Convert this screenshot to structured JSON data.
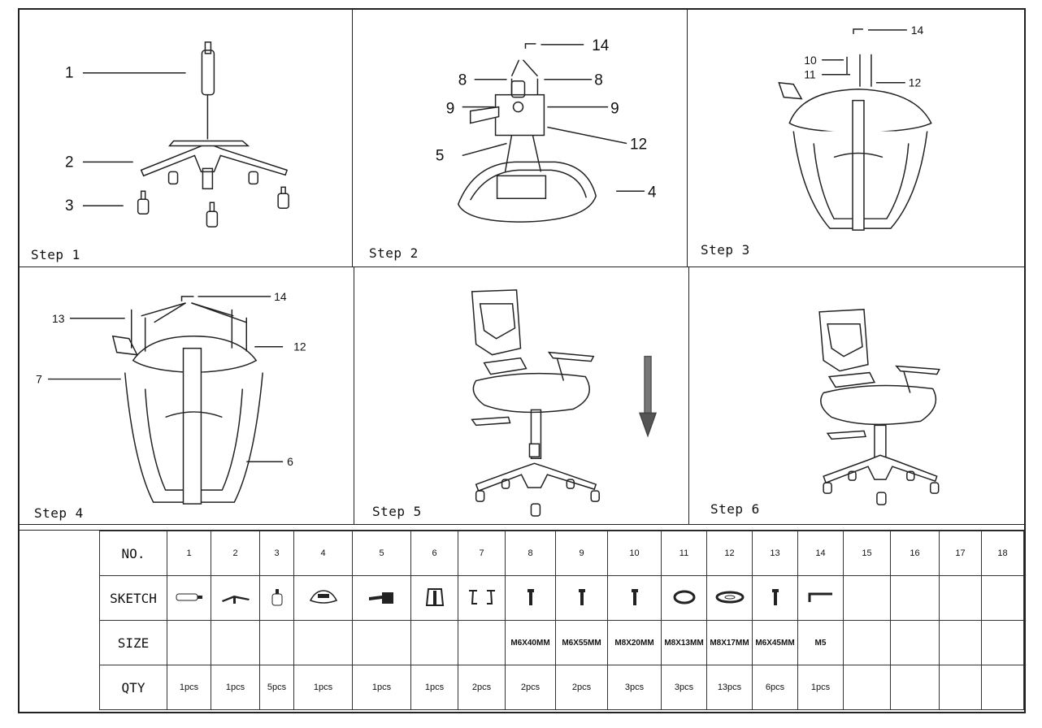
{
  "steps": [
    {
      "label": "Step 1",
      "callouts": [
        "1",
        "2",
        "3"
      ]
    },
    {
      "label": "Step 2",
      "callouts": [
        "14",
        "8",
        "8",
        "9",
        "9",
        "5",
        "12",
        "4"
      ]
    },
    {
      "label": "Step 3",
      "callouts": [
        "14",
        "10",
        "11",
        "12"
      ]
    },
    {
      "label": "Step 4",
      "callouts": [
        "14",
        "13",
        "12",
        "7",
        "6"
      ]
    },
    {
      "label": "Step 5",
      "callouts": []
    },
    {
      "label": "Step 6",
      "callouts": []
    }
  ],
  "table": {
    "row_headers": [
      "NO.",
      "SKETCH",
      "SIZE",
      "QTY"
    ],
    "numbers": [
      "1",
      "2",
      "3",
      "4",
      "5",
      "6",
      "7",
      "8",
      "9",
      "10",
      "11",
      "12",
      "13",
      "14",
      "15",
      "16",
      "17",
      "18"
    ],
    "sketches": [
      "gas-lift-icon",
      "base-icon",
      "caster-icon",
      "seat-icon",
      "mechanism-icon",
      "backrest-icon",
      "armrest-bracket-icon",
      "bolt-icon",
      "bolt-icon",
      "bolt-icon",
      "spring-washer-icon",
      "flat-washer-icon",
      "bolt-icon",
      "allen-key-icon",
      "",
      "",
      "",
      ""
    ],
    "sizes": [
      "",
      "",
      "",
      "",
      "",
      "",
      "",
      "M6X40MM",
      "M6X55MM",
      "M8X20MM",
      "M8X13MM",
      "M8X17MM",
      "M6X45MM",
      "M5",
      "",
      "",
      "",
      ""
    ],
    "qty": [
      "1pcs",
      "1pcs",
      "5pcs",
      "1pcs",
      "1pcs",
      "1pcs",
      "2pcs",
      "2pcs",
      "2pcs",
      "3pcs",
      "3pcs",
      "13pcs",
      "6pcs",
      "1pcs",
      "",
      "",
      "",
      ""
    ]
  }
}
